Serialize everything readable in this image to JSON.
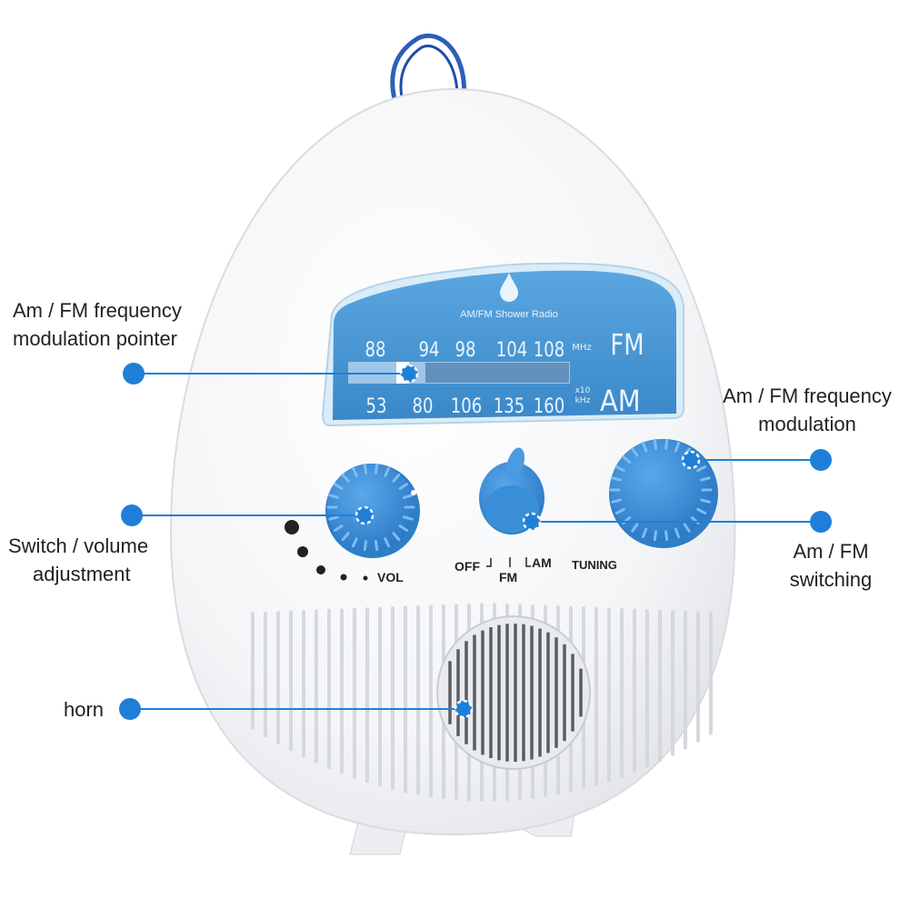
{
  "colors": {
    "accent": "#1f7fd8",
    "panel": "#4596d6",
    "knob": "#3a8fd8",
    "body": "#f7f8fa"
  },
  "radio": {
    "brand_label": "AM/FM Shower Radio",
    "fm_scale": [
      "88",
      "94",
      "98",
      "104",
      "108"
    ],
    "fm_unit": "MHz",
    "fm_band": "FM",
    "am_scale": [
      "53",
      "80",
      "106",
      "135",
      "160"
    ],
    "am_unit_top": "x10",
    "am_unit_bottom": "kHz",
    "am_band": "AM",
    "vol_label": "VOL",
    "switch_off": "OFF",
    "switch_fm": "FM",
    "switch_am": "AM",
    "tuning_label": "TUNING"
  },
  "callouts": {
    "pointer": [
      "Am / FM frequency",
      "modulation pointer"
    ],
    "volume": [
      "Switch / volume",
      "adjustment"
    ],
    "horn": "horn",
    "tuning": [
      "Am / FM frequency",
      "modulation"
    ],
    "switching": [
      "Am / FM",
      "switching"
    ]
  }
}
